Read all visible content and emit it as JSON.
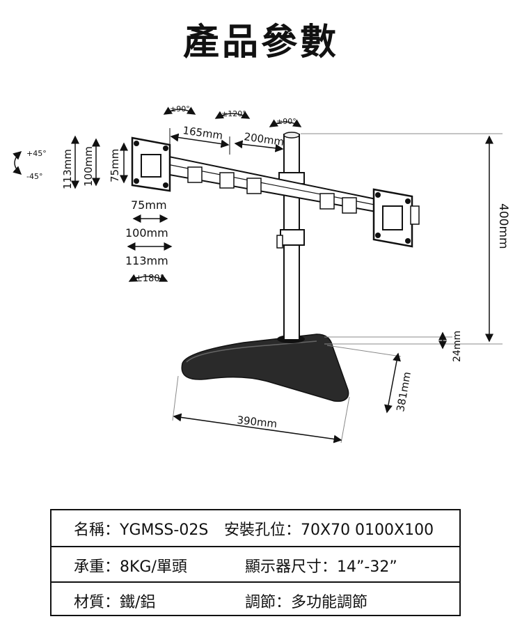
{
  "title": "產品參數",
  "dimensions": {
    "rotate_top_1": "±90°",
    "rotate_top_2": "±120°",
    "rotate_top_3": "±90°",
    "arm_165": "165mm",
    "arm_200": "200mm",
    "tilt_up": "+45°",
    "tilt_down": "-45°",
    "vesa_113_v": "113mm",
    "vesa_100_v": "100mm",
    "vesa_75_v": "75mm",
    "vesa_75_h": "75mm",
    "vesa_100_h": "100mm",
    "vesa_113_h": "113mm",
    "swivel": "±180°",
    "height": "400mm",
    "base_thickness": "24mm",
    "base_depth": "381mm",
    "base_width": "390mm"
  },
  "specs": [
    {
      "label": "名稱：YGMSS-02S",
      "value": "安裝孔位：70X70 0100X100"
    },
    {
      "label": "承重：8KG/單頭",
      "value": "顯示器尺寸：14”-32”"
    },
    {
      "label": "材質：鐵/鋁",
      "value": "調節：多功能調節"
    }
  ]
}
